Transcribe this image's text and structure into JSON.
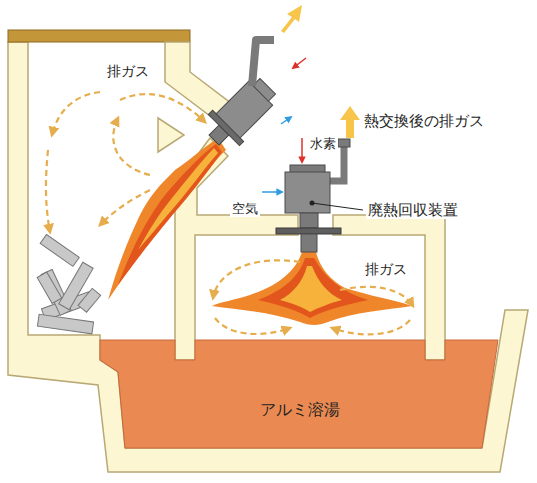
{
  "diagram": {
    "nodes": [
      {
        "text": [
          "アルミ溶湯"
        ]
      }
    ],
    "labels": [
      "排ガス",
      "熱交換後の排ガス",
      "水素",
      "空気",
      "廃熱回収装置",
      "排ガス"
    ]
  }
}
